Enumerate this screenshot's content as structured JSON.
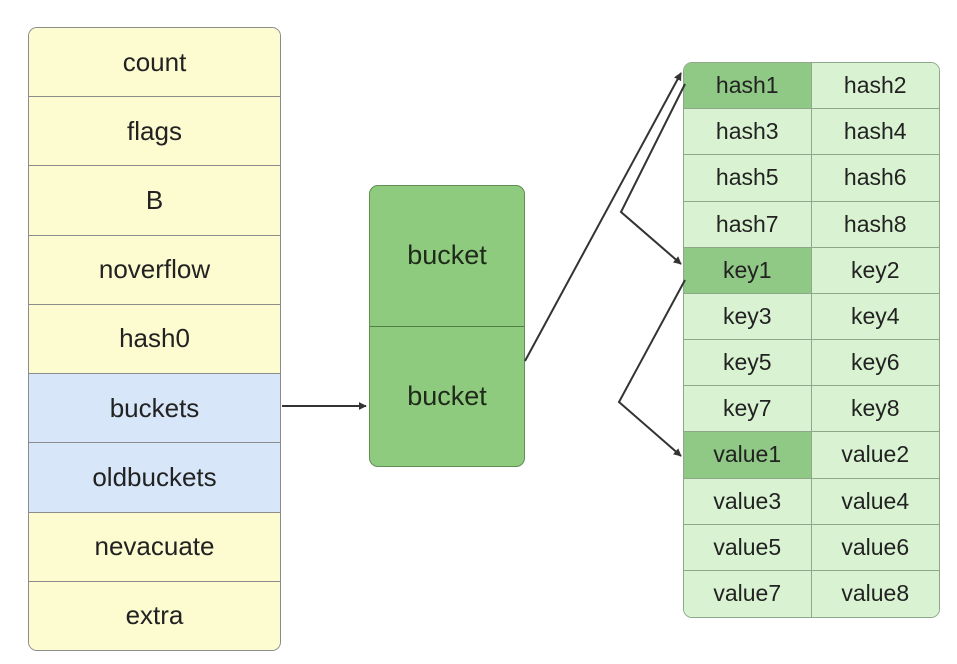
{
  "hmap": {
    "fields": [
      {
        "label": "count",
        "kind": "plain"
      },
      {
        "label": "flags",
        "kind": "plain"
      },
      {
        "label": "B",
        "kind": "plain"
      },
      {
        "label": "noverflow",
        "kind": "plain"
      },
      {
        "label": "hash0",
        "kind": "plain"
      },
      {
        "label": "buckets",
        "kind": "pointer"
      },
      {
        "label": "oldbuckets",
        "kind": "pointer"
      },
      {
        "label": "nevacuate",
        "kind": "plain"
      },
      {
        "label": "extra",
        "kind": "plain"
      }
    ]
  },
  "buckets": {
    "cells": [
      "bucket",
      "bucket"
    ]
  },
  "bmap": {
    "rows": [
      [
        "hash1",
        "hash2"
      ],
      [
        "hash3",
        "hash4"
      ],
      [
        "hash5",
        "hash6"
      ],
      [
        "hash7",
        "hash8"
      ],
      [
        "key1",
        "key2"
      ],
      [
        "key3",
        "key4"
      ],
      [
        "key5",
        "key6"
      ],
      [
        "key7",
        "key8"
      ],
      [
        "value1",
        "value2"
      ],
      [
        "value3",
        "value4"
      ],
      [
        "value5",
        "value6"
      ],
      [
        "value7",
        "value8"
      ]
    ],
    "highlighted": [
      "hash1",
      "key1",
      "value1"
    ]
  },
  "colors": {
    "hmap_plain": "#fdfbd0",
    "hmap_pointer": "#d7e6f8",
    "bucket_fill": "#8fcb7e",
    "bmap_fill": "#d9f3d2",
    "bmap_highlight": "#90c885",
    "arrow": "#333333"
  }
}
